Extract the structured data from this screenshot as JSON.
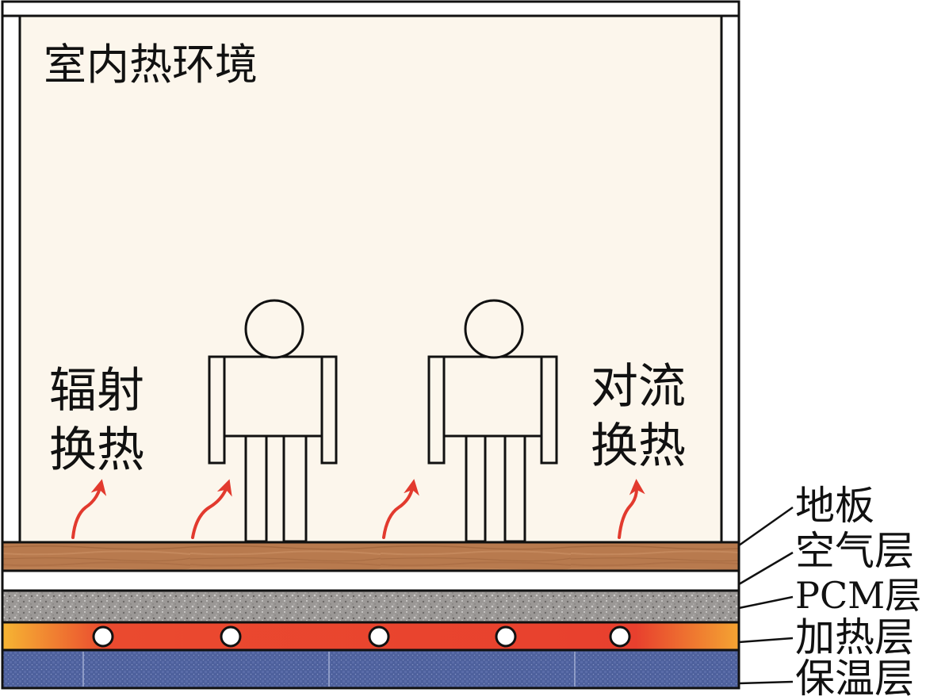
{
  "room": {
    "label": "室内热环境"
  },
  "heat_transfer": {
    "radiation": [
      "辐射",
      "换热"
    ],
    "convection": [
      "对流",
      "换热"
    ]
  },
  "layers": [
    {
      "name": "地板",
      "color": "#b87a4e"
    },
    {
      "name": "空气层",
      "color": "#ffffff"
    },
    {
      "name": "PCM层",
      "color": "#9b9896"
    },
    {
      "name": "加热层",
      "color": "#e8402e"
    },
    {
      "name": "保温层",
      "color": "#4d609c"
    }
  ],
  "colors": {
    "room_fill": "#fcf6ec",
    "arrow": "#e23a2e",
    "outline": "#111111"
  }
}
